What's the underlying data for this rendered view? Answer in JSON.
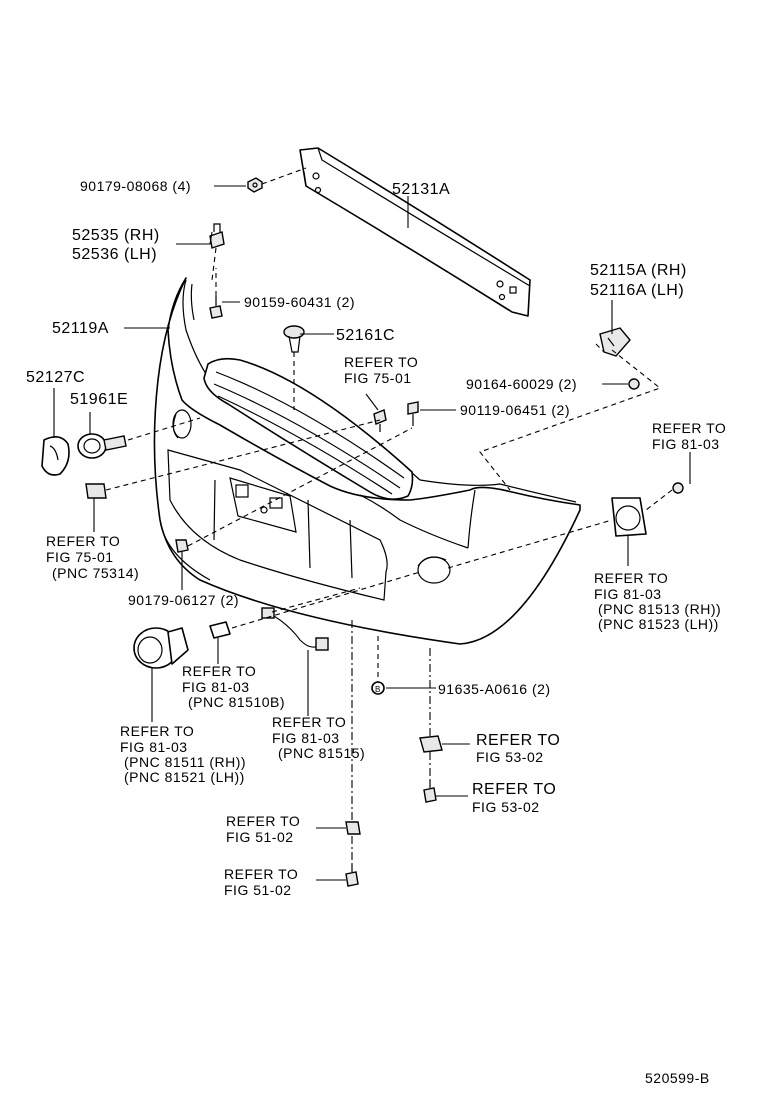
{
  "labels": {
    "p_90179_08068": "90179-08068 (4)",
    "p_52131A": "52131A",
    "p_52535": "52535 (RH)",
    "p_52536": "52536 (LH)",
    "p_90159_60431": "90159-60431 (2)",
    "p_52119A": "52119A",
    "p_52161C": "52161C",
    "p_52115A": "52115A (RH)",
    "p_52116A": "52116A (LH)",
    "ref_75_01_top_1": "REFER TO",
    "ref_75_01_top_2": "FIG 75-01",
    "p_52127C": "52127C",
    "p_90164_60029": "90164-60029 (2)",
    "p_51961E": "51961E",
    "p_90119_06451": "90119-06451 (2)",
    "ref_81_03_right_1": "REFER TO",
    "ref_81_03_right_2": "FIG 81-03",
    "ref_75_01_left_1": "REFER TO",
    "ref_75_01_left_2": "FIG 75-01",
    "ref_75_01_left_3": "(PNC 75314)",
    "p_90179_06127": "90179-06127 (2)",
    "ref_81_03_fog_1": "REFER TO",
    "ref_81_03_fog_2": "FIG 81-03",
    "ref_81_03_fog_3": "(PNC 81513 (RH))",
    "ref_81_03_fog_4": "(PNC 81523 (LH))",
    "ref_81_03_bulb_1": "REFER TO",
    "ref_81_03_bulb_2": "FIG 81-03",
    "ref_81_03_bulb_3": "(PNC 81510B)",
    "p_91635_A0616": "91635-A0616 (2)",
    "ref_81_03_wire_1": "REFER TO",
    "ref_81_03_wire_2": "FIG 81-03",
    "ref_81_03_wire_3": "(PNC 81515)",
    "ref_81_03_lamp_1": "REFER TO",
    "ref_81_03_lamp_2": "FIG 81-03",
    "ref_81_03_lamp_3": "(PNC 81511 (RH))",
    "ref_81_03_lamp_4": "(PNC 81521 (LH))",
    "ref_53_02_a_1": "REFER TO",
    "ref_53_02_a_2": "FIG 53-02",
    "ref_53_02_b_1": "REFER TO",
    "ref_53_02_b_2": "FIG 53-02",
    "ref_51_02_a_1": "REFER TO",
    "ref_51_02_a_2": "FIG 51-02",
    "ref_51_02_b_1": "REFER TO",
    "ref_51_02_b_2": "FIG 51-02",
    "diagram_id": "520599-B"
  }
}
